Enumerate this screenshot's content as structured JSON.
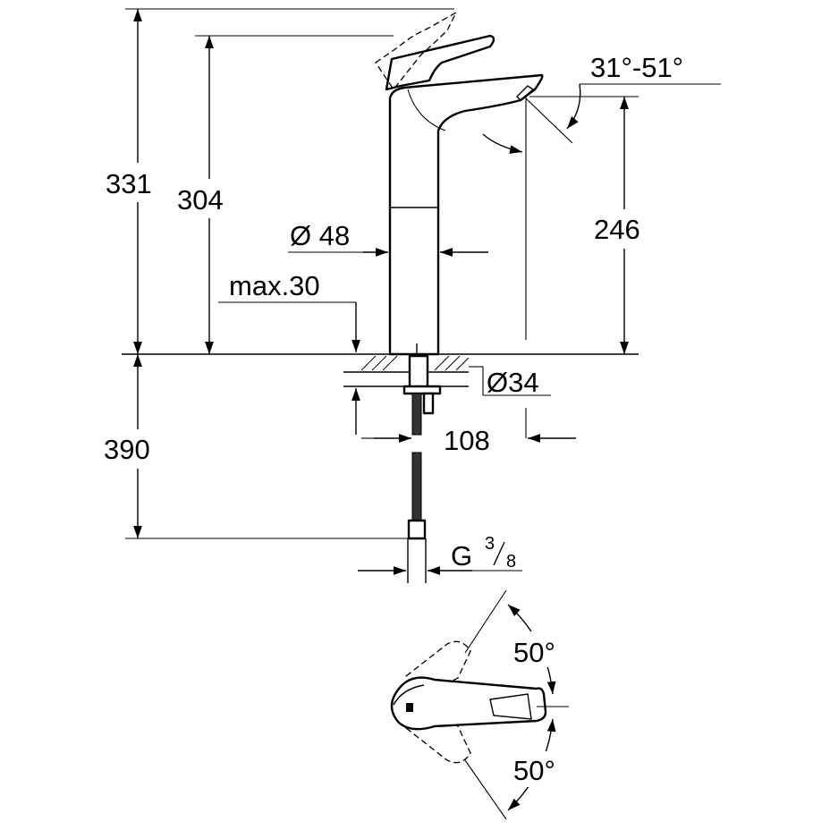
{
  "drawing": {
    "dimensions": {
      "total_height": "331",
      "spout_height": "304",
      "outlet_height": "246",
      "body_diameter": "Ø 48",
      "deck_thickness": "max.30",
      "hole_diameter": "Ø34",
      "projection": "108",
      "hose_length": "390",
      "connection_prefix": "G",
      "connection_num": "3",
      "connection_den": "8",
      "spout_angle": "31°-51°",
      "swivel_left": "50°",
      "swivel_right": "50°"
    }
  }
}
